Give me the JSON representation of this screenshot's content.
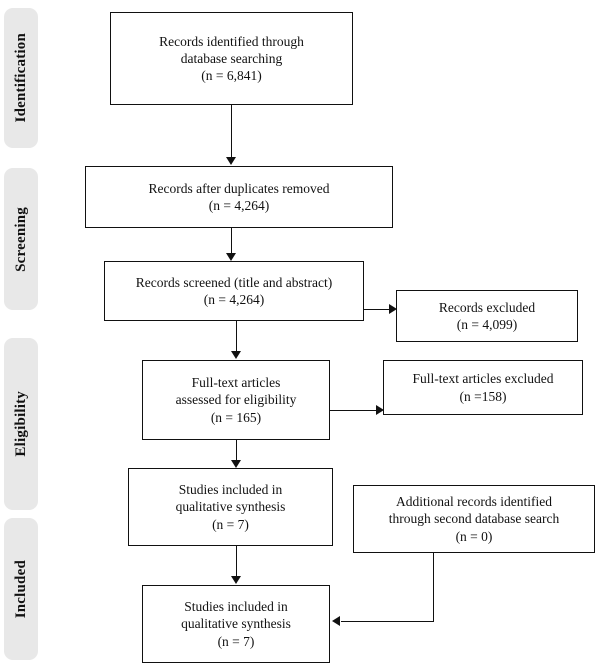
{
  "diagram": {
    "type": "prisma-flow-diagram",
    "colors": {
      "background": "#ffffff",
      "box_border": "#111111",
      "text": "#111111",
      "stage_tab_background": "#e8e8e8"
    },
    "stages": [
      {
        "id": "identification",
        "label": "Identification"
      },
      {
        "id": "screening",
        "label": "Screening"
      },
      {
        "id": "eligibility",
        "label": "Eligibility"
      },
      {
        "id": "included",
        "label": "Included"
      }
    ],
    "boxes": [
      {
        "id": "records-identified",
        "stage": "identification",
        "text": "Records identified through\ndatabase searching\n(n = 6,841)",
        "count_label": "(n = 6,841)",
        "count": 6841
      },
      {
        "id": "records-after-duplicates",
        "stage": "screening",
        "text": "Records after duplicates removed\n(n = 4,264)",
        "count_label": "(n = 4,264)",
        "count": 4264
      },
      {
        "id": "records-screened",
        "stage": "screening",
        "text": "Records screened (title and abstract)\n(n = 4,264)",
        "count_label": "(n = 4,264)",
        "count": 4264
      },
      {
        "id": "records-excluded",
        "stage": "screening",
        "text": "Records excluded\n(n = 4,099)",
        "count_label": "(n = 4,099)",
        "count": 4099
      },
      {
        "id": "fulltext-assessed",
        "stage": "eligibility",
        "text": "Full-text articles\nassessed for eligibility\n(n = 165)",
        "count_label": "(n = 165)",
        "count": 165
      },
      {
        "id": "fulltext-excluded",
        "stage": "eligibility",
        "text": "Full-text articles excluded\n(n =158)",
        "count_label": "(n =158)",
        "count": 158
      },
      {
        "id": "studies-included-qualitative-1",
        "stage": "eligibility",
        "text": "Studies included in\nqualitative synthesis\n(n = 7)",
        "count_label": "(n = 7)",
        "count": 7
      },
      {
        "id": "additional-records",
        "stage": "included",
        "text": "Additional records identified\nthrough second database search\n(n = 0)",
        "count_label": "(n = 0)",
        "count": 0
      },
      {
        "id": "studies-included-qualitative-2",
        "stage": "included",
        "text": "Studies included in\nqualitative synthesis\n(n = 7)",
        "count_label": "(n = 7)",
        "count": 7
      }
    ],
    "connectors": [
      {
        "id": "identified-to-dedup",
        "from": "records-identified",
        "to": "records-after-duplicates",
        "direction": "down"
      },
      {
        "id": "dedup-to-screened",
        "from": "records-after-duplicates",
        "to": "records-screened",
        "direction": "down"
      },
      {
        "id": "screened-to-excluded",
        "from": "records-screened",
        "to": "records-excluded",
        "direction": "right"
      },
      {
        "id": "screened-to-fulltext",
        "from": "records-screened",
        "to": "fulltext-assessed",
        "direction": "down"
      },
      {
        "id": "fulltext-to-excluded",
        "from": "fulltext-assessed",
        "to": "fulltext-excluded",
        "direction": "right"
      },
      {
        "id": "fulltext-to-qualitative1",
        "from": "fulltext-assessed",
        "to": "studies-included-qualitative-1",
        "direction": "down"
      },
      {
        "id": "qualitative1-to-qualitative2",
        "from": "studies-included-qualitative-1",
        "to": "studies-included-qualitative-2",
        "direction": "down"
      },
      {
        "id": "additional-to-qualitative2",
        "from": "additional-records",
        "to": "studies-included-qualitative-2",
        "direction": "elbow-left"
      }
    ]
  }
}
